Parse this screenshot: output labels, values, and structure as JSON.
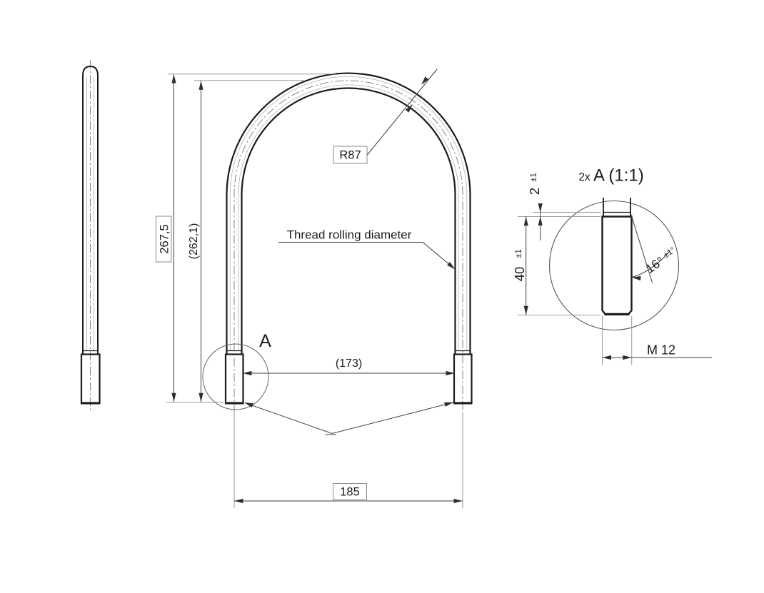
{
  "drawing_type": "U-bolt engineering drawing",
  "colors": {
    "background": "#ffffff",
    "contour": "#1b1b1b",
    "dimension_lines": "#3f3f3f",
    "extension_lines": "#9a9a9a",
    "centerline": "#787878",
    "text": "#1c1c1c"
  },
  "main_view": {
    "height_dim": "267,5",
    "center_height_dim": "(262,1)",
    "bend_radius": "R87",
    "thread_note": "Thread rolling diameter",
    "detail_label": "A",
    "inner_span_dim": "(173)",
    "center_span_dim": "185"
  },
  "detail_view": {
    "count_prefix": "2x",
    "title": "A (1:1)",
    "runout_dim": "2",
    "runout_tol": "±1",
    "thread_length_dim": "40",
    "thread_length_tol": "±1",
    "chamfer_angle_dim": "16°",
    "chamfer_angle_tol": "±1°",
    "thread_size": "M 12"
  }
}
